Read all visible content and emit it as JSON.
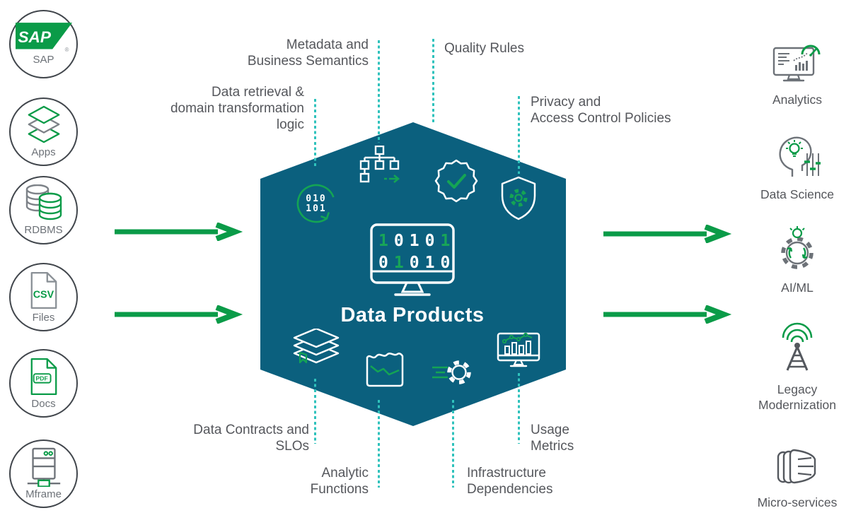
{
  "diagram_title": "Data Products",
  "colors": {
    "hexagon_teal": "#0b607e",
    "accent_green": "#0a9b48",
    "dotted_connector_teal": "#2fc2bc",
    "label_gray": "#55575c",
    "icon_gray": "#6d7278"
  },
  "sources": [
    {
      "label": "SAP",
      "icon": "sap-logo",
      "logo_text": "SAP",
      "registered_mark": "®"
    },
    {
      "label": "Apps",
      "icon": "stacked-layers"
    },
    {
      "label": "RDBMS",
      "icon": "database-cylinders"
    },
    {
      "label": "Files",
      "icon": "csv-document",
      "file_type": "CSV"
    },
    {
      "label": "Docs",
      "icon": "pdf-document",
      "file_type": "PDF"
    },
    {
      "label": "Mframe",
      "icon": "mainframe-server"
    }
  ],
  "consumers": [
    {
      "label": "Analytics",
      "lines": [
        "Analytics"
      ],
      "icon": "analytics-dashboard"
    },
    {
      "label": "Data Science",
      "lines": [
        "Data Science"
      ],
      "icon": "head-lightbulb-sliders"
    },
    {
      "label": "AI/ML",
      "lines": [
        "AI/ML"
      ],
      "icon": "gear-cycle-lightbulb"
    },
    {
      "label": "Legacy Modernization",
      "lines": [
        "Legacy",
        "Modernization"
      ],
      "icon": "radio-tower-signal"
    },
    {
      "label": "Micro-services",
      "lines": [
        "Micro-services"
      ],
      "icon": "stacked-panels"
    }
  ],
  "capabilities_top": [
    {
      "lines": [
        "Data retrieval &",
        "domain transformation",
        "logic"
      ],
      "icon": "binary-cycle-badge"
    },
    {
      "lines": [
        "Metadata and",
        "Business Semantics"
      ],
      "icon": "hierarchy-flow"
    },
    {
      "lines": [
        "Quality Rules"
      ],
      "icon": "seal-checkmark"
    },
    {
      "lines": [
        "Privacy and",
        "Access Control Policies"
      ],
      "icon": "shield-gear"
    }
  ],
  "capabilities_bottom": [
    {
      "lines": [
        "Data Contracts and",
        "SLOs"
      ],
      "icon": "stacked-books-bookmark"
    },
    {
      "lines": [
        "Analytic",
        "Functions"
      ],
      "icon": "wave-chart"
    },
    {
      "lines": [
        "Infrastructure",
        "Dependencies"
      ],
      "icon": "speed-gear"
    },
    {
      "lines": [
        "Usage",
        "Metrics"
      ],
      "icon": "monitor-bar-chart"
    }
  ],
  "code_badge": {
    "line1": "010",
    "line2": "101"
  },
  "monitor_binary": {
    "rows": [
      [
        "1",
        "0",
        "1",
        "0",
        "1"
      ],
      [
        "0",
        "1",
        "0",
        "1",
        "0"
      ]
    ],
    "green_positions": [
      [
        0,
        4
      ],
      [
        1
      ]
    ]
  }
}
